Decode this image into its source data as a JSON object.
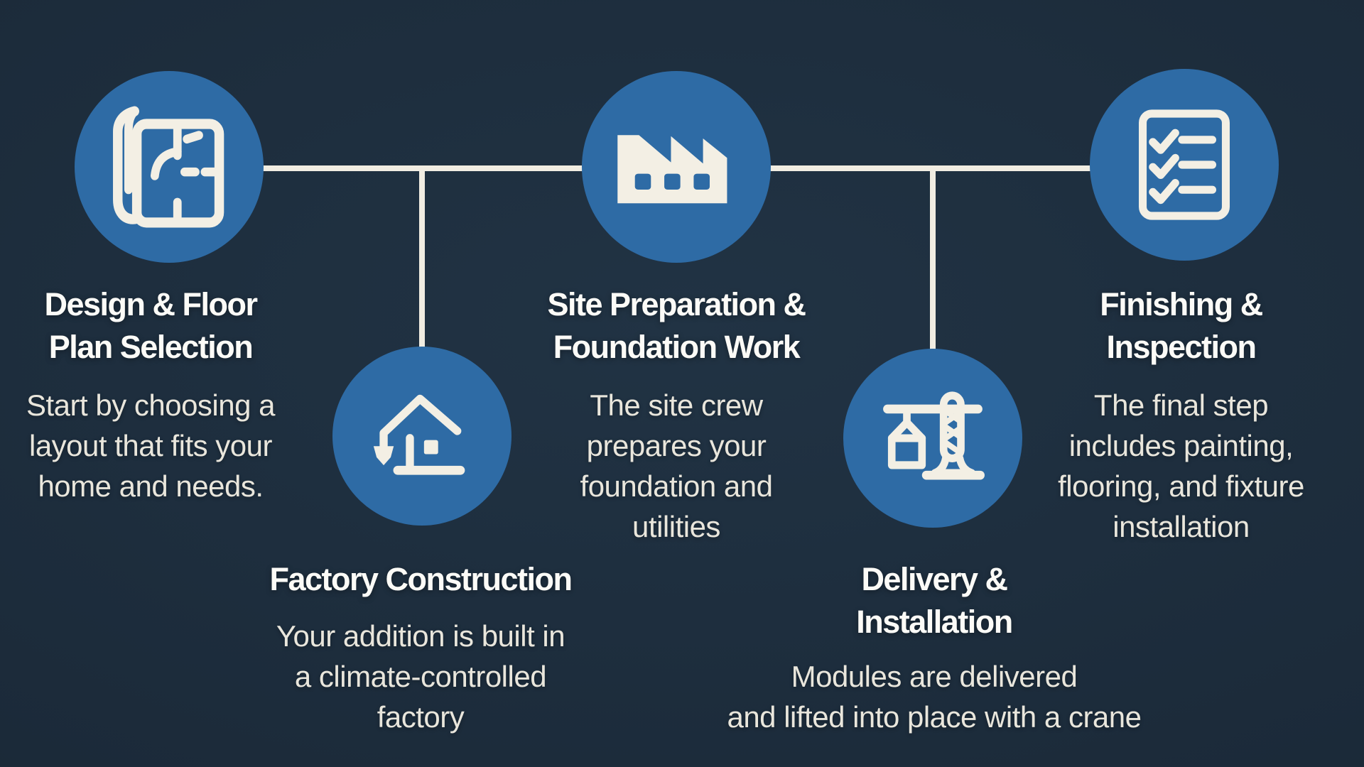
{
  "theme": {
    "bg_color": "#1b2a39",
    "bg_color_light": "#213344",
    "bg_color_dark": "#131f2b",
    "circle_color": "#2e6ba5",
    "line_color": "#f1ede2",
    "title_color": "#fcfbf7",
    "desc_color": "#e9e6dc",
    "icon_color": "#f3efe4"
  },
  "steps": [
    {
      "id": "design",
      "title": "Design & Floor\nPlan Selection",
      "description": "Start by choosing a\nlayout that fits your\nhome and needs.",
      "icon": "blueprint-icon",
      "position": "top"
    },
    {
      "id": "factory-construction",
      "title": "Factory Construction",
      "description": "Your addition is built in\na climate-controlled\nfactory",
      "icon": "house-construction-icon",
      "position": "bottom"
    },
    {
      "id": "site-preparation",
      "title": "Site Preparation &\nFoundation Work",
      "description": "The site crew\nprepares your\nfoundation and\nutilities",
      "icon": "factory-icon",
      "position": "top"
    },
    {
      "id": "delivery",
      "title": "Delivery &\nInstallation",
      "description": "Modules are delivered\nand lifted into place with a crane",
      "icon": "crane-icon",
      "position": "bottom"
    },
    {
      "id": "finishing",
      "title": "Finishing &\nInspection",
      "description": "The final step\nincludes painting,\nflooring, and fixture\ninstallation",
      "icon": "checklist-icon",
      "position": "top"
    }
  ]
}
